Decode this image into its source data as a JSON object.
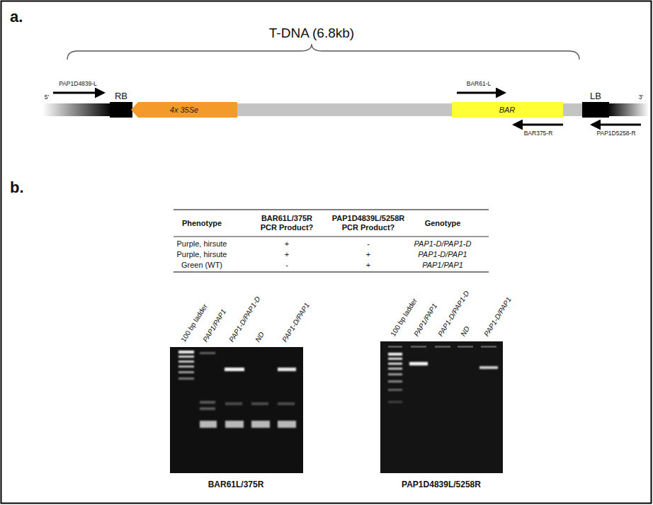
{
  "diagram": {
    "nodes": [
      {
        "text": [
          "4x 35Se"
        ]
      },
      {
        "text": [
          "BAR"
        ]
      }
    ],
    "labels": [
      "a.",
      "T-DNA (6.8kb)",
      "PAP1D4839-L",
      "5'",
      "RB",
      "BAR61-L",
      "BAR375-R",
      "LB",
      "PAP1D5258-R",
      "3'",
      "b.",
      "Phenotype",
      "BAR61L/375R PCR Product?",
      "PAP1D4839L/5258R PCR Product?",
      "Genotype",
      "Purple, hirsute",
      "+",
      "-",
      "PAP1-D/PAP1-D",
      "Purple, hirsute",
      "+",
      "+",
      "PAP1-D/PAP1",
      "Green (WT)",
      "-",
      "+",
      "PAP1/PAP1",
      "100 bp ladder",
      "PAP1/PAP1",
      "PAP1-D/PAP1-D",
      "ND",
      "PAP1-D/PAP1",
      "100 bp ladder",
      "PAP1/PAP1",
      "PAP1-D/PAP1-D",
      "ND",
      "PAP1-D/PAP1",
      "BAR61L/375R",
      "PAP1D4839L/5258R"
    ]
  }
}
